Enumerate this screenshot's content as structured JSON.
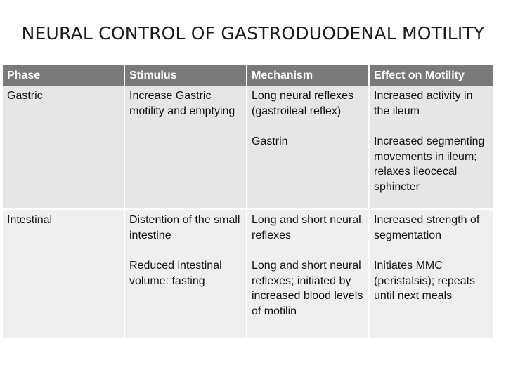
{
  "title": "NEURAL CONTROL OF GASTRODUODENAL MOTILITY",
  "table": {
    "headers": [
      "Phase",
      "Stimulus",
      "Mechanism",
      "Effect on Motility"
    ],
    "rows": [
      {
        "phase": "Gastric",
        "stimulus": [
          "Increase Gastric motility and emptying"
        ],
        "mechanism": [
          "Long neural reflexes (gastroileal reflex)",
          "Gastrin"
        ],
        "effect": [
          "Increased activity in the ileum",
          "Increased segmenting movements in ileum; relaxes ileocecal sphincter"
        ]
      },
      {
        "phase": "Intestinal",
        "stimulus": [
          "Distention of the small intestine",
          "Reduced intestinal volume: fasting"
        ],
        "mechanism": [
          "Long and short neural reflexes",
          "Long and short neural reflexes; initiated by increased blood levels of motilin"
        ],
        "effect": [
          "Increased strength of segmentation",
          "Initiates MMC (peristalsis); repeats until next meals"
        ]
      }
    ]
  }
}
